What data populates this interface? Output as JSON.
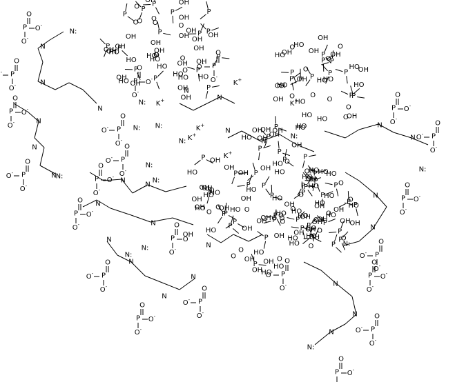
{
  "diagram": {
    "type": "skeletal-formula",
    "colors": {
      "bond": "#000000",
      "text": "#000000",
      "background": "#ffffff"
    },
    "labels": {
      "amine_n": "N",
      "terminal_n": "N:",
      "potassium_ion": "K+",
      "phosphorus": "P",
      "hydroxyl": "OH",
      "hydroxyl_reversed": "HO",
      "oxide_anion": "O-",
      "oxygen": "O"
    }
  }
}
